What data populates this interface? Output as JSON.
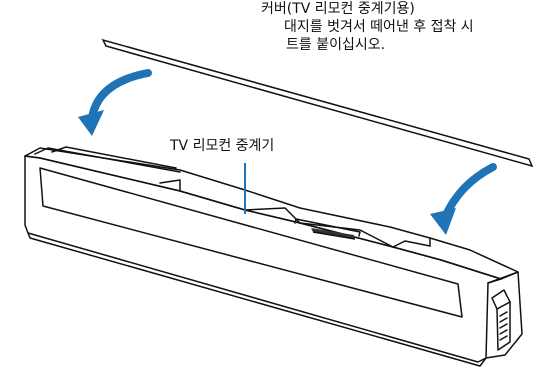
{
  "labels": {
    "cover_title": "커버(TV 리모컨 중계기용)",
    "cover_instruction_line1": "대지를 벗겨서 떼어낸 후 접착 시",
    "cover_instruction_line2": "트를 붙이십시오.",
    "relay_label": "TV 리모컨 중계기"
  },
  "colors": {
    "arrow_blue": "#1f73b7",
    "line": "#111111"
  }
}
